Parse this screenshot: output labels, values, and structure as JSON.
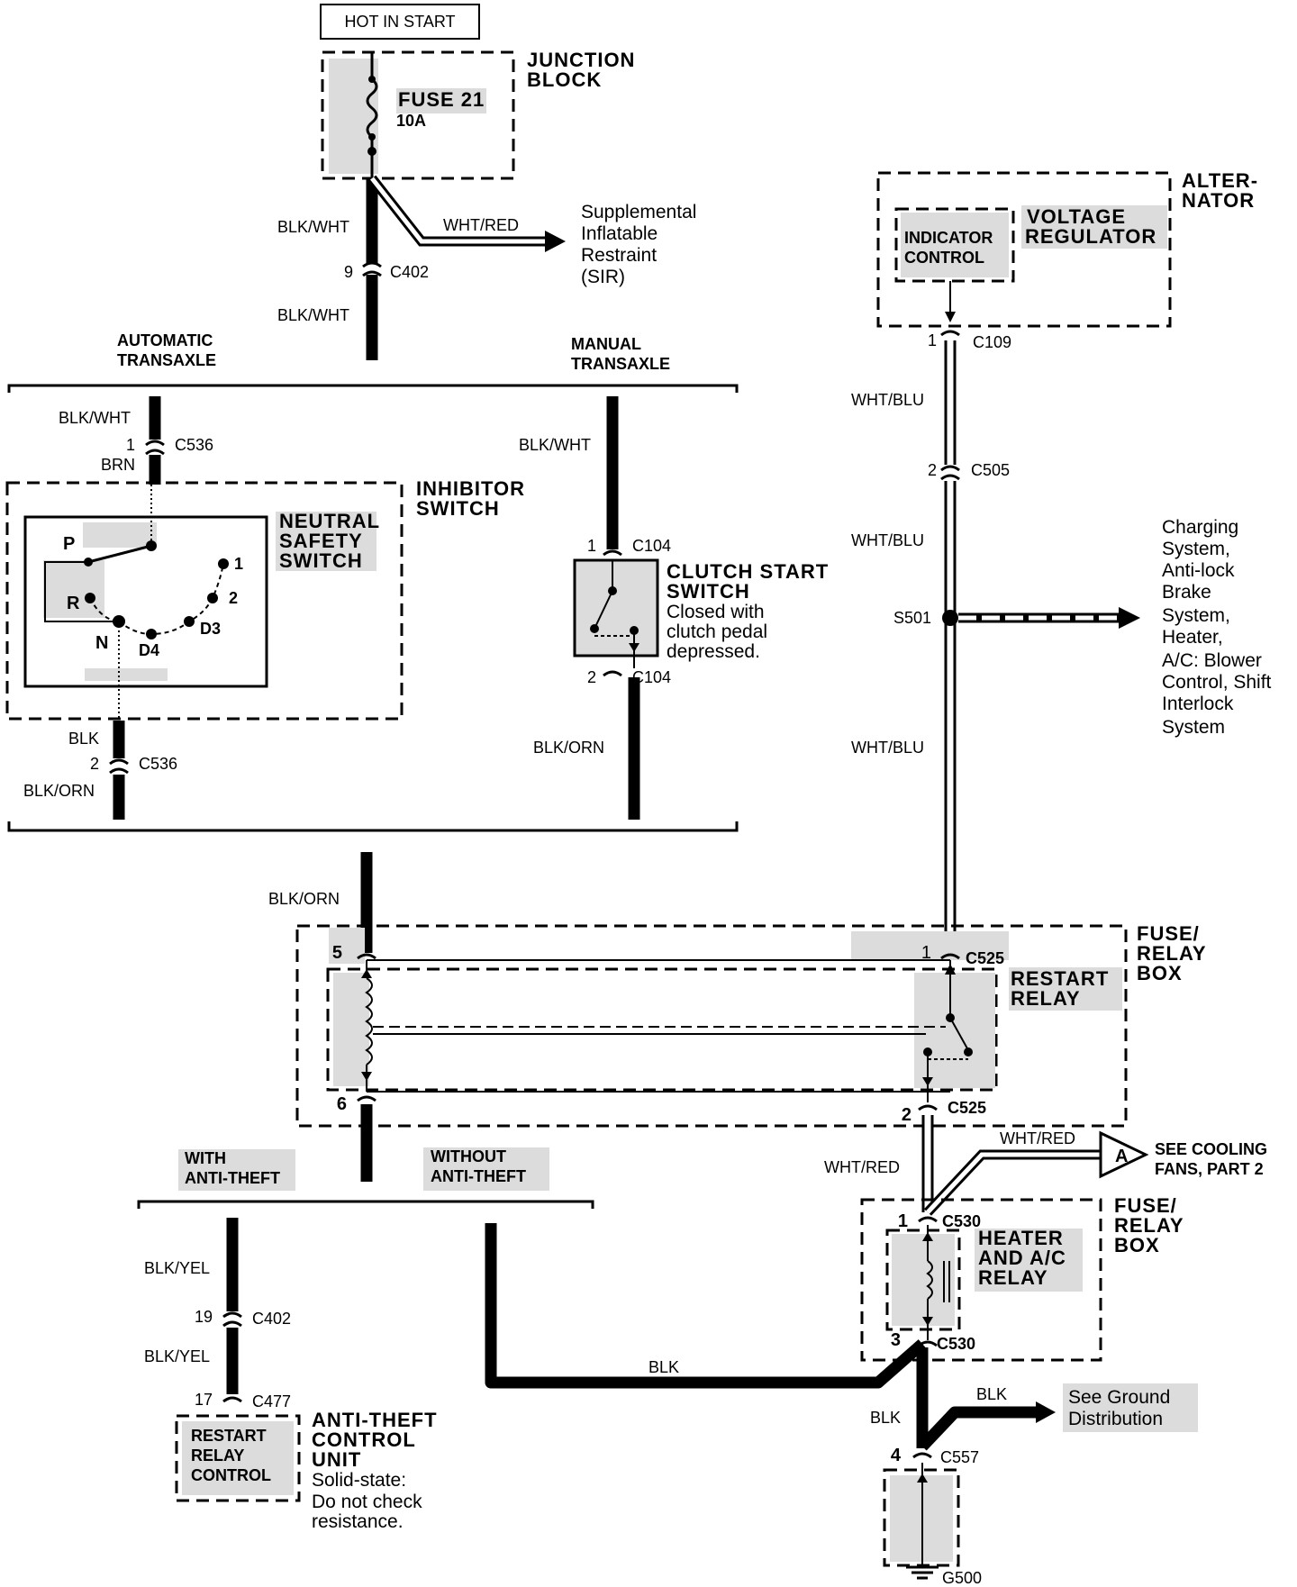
{
  "hot_label": "HOT IN START",
  "junction_block": {
    "l1": "JUNCTION",
    "l2": "BLOCK",
    "fuse": "FUSE 21",
    "rating": "10A"
  },
  "alternator": {
    "l1": "ALTER-",
    "l2": "NATOR",
    "vr1": "VOLTAGE",
    "vr2": "REGULATOR",
    "ic1": "INDICATOR",
    "ic2": "CONTROL"
  },
  "sir": {
    "l1": "Supplemental",
    "l2": "Inflatable",
    "l3": "Restraint",
    "l4": "(SIR)"
  },
  "branches": {
    "auto1": "AUTOMATIC",
    "auto2": "TRANSAXLE",
    "man1": "MANUAL",
    "man2": "TRANSAXLE",
    "with1": "WITH",
    "with2": "ANTI-THEFT",
    "without1": "WITHOUT",
    "without2": "ANTI-THEFT"
  },
  "inhibitor": {
    "l1": "INHIBITOR",
    "l2": "SWITCH",
    "n1": "NEUTRAL",
    "n2": "SAFETY",
    "n3": "SWITCH"
  },
  "positions": {
    "p": "P",
    "r": "R",
    "n": "N",
    "d4": "D4",
    "d3": "D3",
    "two": "2",
    "one": "1"
  },
  "clutch": {
    "l1": "CLUTCH START",
    "l2": "SWITCH",
    "l3": "Closed with",
    "l4": "clutch pedal",
    "l5": "depressed."
  },
  "charging": {
    "l1": "Charging",
    "l2": "System,",
    "l3": "Anti-lock",
    "l4": "Brake",
    "l5": "System,",
    "l6": "Heater,",
    "l7": "A/C: Blower",
    "l8": "Control, Shift",
    "l9": "Interlock",
    "l10": "System"
  },
  "fuse_relay_box": {
    "l1": "FUSE/",
    "l2": "RELAY",
    "l3": "BOX"
  },
  "restart_relay": {
    "l1": "RESTART",
    "l2": "RELAY"
  },
  "heater_relay": {
    "l1": "HEATER",
    "l2": "AND A/C",
    "l3": "RELAY"
  },
  "cooling": {
    "marker": "A",
    "l1": "SEE COOLING",
    "l2": "FANS, PART 2"
  },
  "ground": {
    "l1": "See Ground",
    "l2": "Distribution",
    "g": "G500"
  },
  "antitheft": {
    "l1": "ANTI-THEFT",
    "l2": "CONTROL",
    "l3": "UNIT",
    "l4": "Solid-state:",
    "l5": "Do not check",
    "l6": "resistance.",
    "r1": "RESTART",
    "r2": "RELAY",
    "r3": "CONTROL"
  },
  "wires": {
    "blk_wht": "BLK/WHT",
    "wht_red": "WHT/RED",
    "wht_blu": "WHT/BLU",
    "brn": "BRN",
    "blk": "BLK",
    "blk_orn": "BLK/ORN",
    "blk_yel": "BLK/YEL"
  },
  "connectors": {
    "c402": "C402",
    "c536": "C536",
    "c104": "C104",
    "c109": "C109",
    "c505": "C505",
    "s501": "S501",
    "c525": "C525",
    "c530": "C530",
    "c477": "C477",
    "c557": "C557"
  },
  "pins": {
    "p1": "1",
    "p2": "2",
    "p3": "3",
    "p4": "4",
    "p5": "5",
    "p6": "6",
    "p9": "9",
    "p17": "17",
    "p19": "19"
  }
}
